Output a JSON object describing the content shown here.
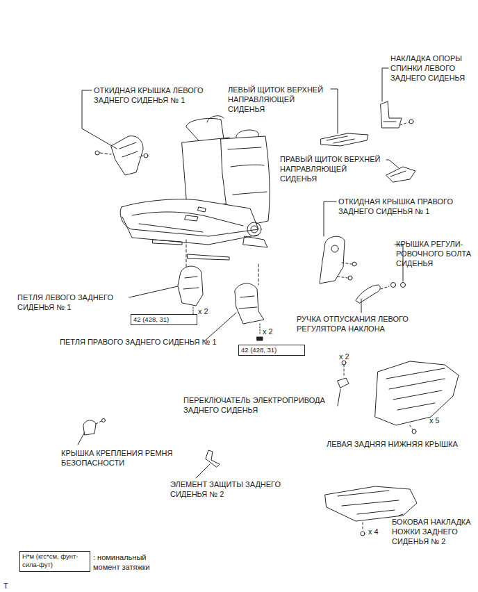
{
  "diagram": {
    "nodes": [
      {
        "text": [
          "42 (428, 31)"
        ]
      },
      {
        "text": [
          "42 (428, 31)"
        ]
      },
      {
        "text": [
          "Н*м (кгс*см, фунт-сила-фут)"
        ]
      }
    ],
    "labels": [
      "НАКЛАДКА ОПОРЫ СПИНКИ ЛЕВОГО ЗАДНЕГО СИДЕНЬЯ",
      "ЛЕВЫЙ ЩИТОК ВЕРХНЕЙ НАПРАВЛЯЮЩЕЙ СИДЕНЬЯ",
      "ОТКИДНАЯ КРЫШКА ЛЕВОГО ЗАДНЕГО СИДЕНЬЯ № 1",
      "ПРАВЫЙ ЩИТОК ВЕРХНЕЙ НАПРАВЛЯЮЩЕЙ СИДЕНЬЯ",
      "ОТКИДНАЯ КРЫШКА ПРАВОГО ЗАДНЕГО СИДЕНЬЯ № 1",
      "КРЫШКА РЕГУЛИ- РОВОЧНОГО БОЛТА СИДЕНЬЯ",
      "ПЕТЛЯ ЛЕВОГО ЗАДНЕГО СИДЕНЬЯ № 1",
      "x 2",
      "РУЧКА ОТПУСКАНИЯ ЛЕВОГО РЕГУЛЯТОРА НАКЛОНА",
      "x 2",
      "ПЕТЛЯ ПРАВОГО ЗАДНЕГО СИДЕНЬЯ № 1",
      "x 2",
      "ПЕРЕКЛЮЧАТЕЛЬ ЭЛЕКТРОПРИВОДА ЗАДНЕГО СИДЕНЬЯ",
      "x 5",
      "ЛЕВАЯ ЗАДНЯЯ НИЖНЯЯ КРЫШКА",
      "КРЫШКА КРЕПЛЕНИЯ РЕМНЯ БЕЗОПАСНОСТИ",
      "ЭЛЕМЕНТ ЗАЩИТЫ ЗАДНЕГО СИДЕНЬЯ № 2",
      "БОКОВАЯ НАКЛАДКА НОЖКИ ЗАДНЕГО СИДЕНЬЯ № 2",
      "x 4",
      ": номинальный момент затяжки",
      "T"
    ]
  }
}
